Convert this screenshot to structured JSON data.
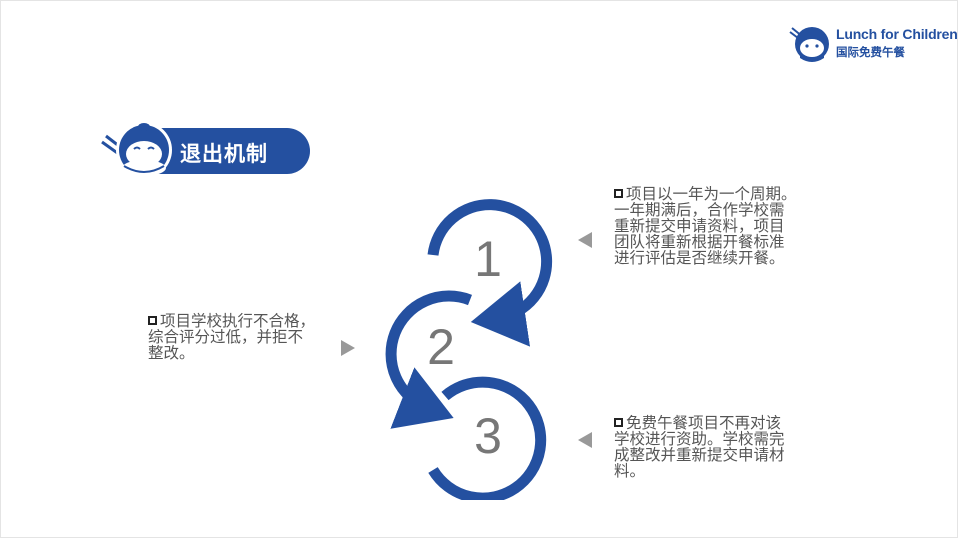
{
  "logo": {
    "english": "Lunch for Children",
    "chinese": "国际免费午餐"
  },
  "section": {
    "title": "退出机制"
  },
  "steps": [
    {
      "number": "1",
      "lines": [
        "项目以一年为一个周期。",
        "一年期满后，合作学校需",
        "重新提交申请资料，项目",
        "团队将重新根据开餐标准",
        "进行评估是否继续开餐。"
      ]
    },
    {
      "number": "2",
      "lines": [
        "项目学校执行不合格，",
        "综合评分过低，并拒不",
        "整改。"
      ]
    },
    {
      "number": "3",
      "lines": [
        "免费午餐项目不再对该",
        "学校进行资助。学校需完",
        "成整改并重新提交申请材",
        "料。"
      ]
    }
  ],
  "colors": {
    "brand_blue": "#2450a0",
    "text_gray": "#555555",
    "number_gray": "#777777",
    "arrow_gray": "#999999"
  }
}
